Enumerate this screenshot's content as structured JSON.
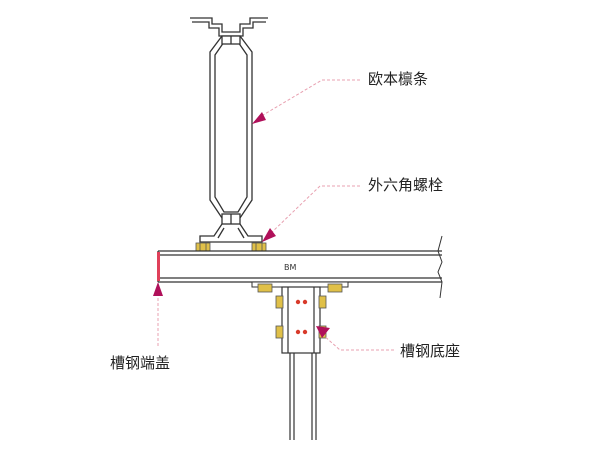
{
  "labels": {
    "purlin": "欧本檩条",
    "bolt": "外六角螺栓",
    "end_cap": "槽钢端盖",
    "base": "槽钢底座",
    "beam_mark": "BM"
  },
  "colors": {
    "line": "#333333",
    "arrow": "#b0105a",
    "leader": "#e8a0b0",
    "bolt": "#e0c048",
    "bolt_red": "#d83a2a",
    "end_cap": "#e0405a"
  },
  "icons": {
    "bolt": "hex-bolt-icon",
    "arrow": "pointer-arrow-icon"
  }
}
